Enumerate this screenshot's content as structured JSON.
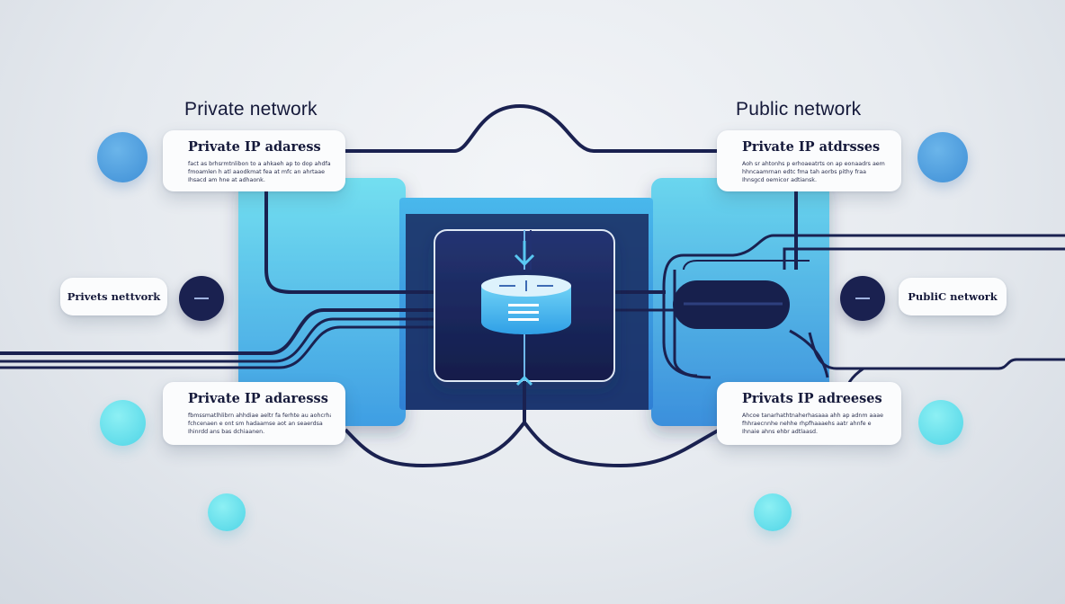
{
  "headings": {
    "left": "Private network",
    "right": "Public network"
  },
  "cards": {
    "top_left": {
      "title": "Private IP adaress",
      "lines": [
        "fact as brhsrmtnlibon to a ahkaeh ap to dop ahdfar",
        "fmoamlen h atl aaodkmat fea at mfc an ahrtaae",
        "Ihsacd am hne at adhaonk."
      ]
    },
    "top_right": {
      "title": "Private IP atdrsses",
      "lines": [
        "Aoh sr ahtonhs p erhoaeatrts on ap eonaadrs aem",
        "hhncaamrnan edtc fma tah aorbs pithy fraa",
        "Ihnsgcd oemicor adtiansk."
      ]
    },
    "bottom_left": {
      "title": "Private IP adaresss",
      "lines": [
        "fbmssmatlhlibrn ahhdiae aeltr fa ferhte au aohcrhac",
        "fchcenaen e ont sm hadaamse aot an seaerdsa",
        "Ihinrdd ans bas dchiaanen."
      ]
    },
    "bottom_right": {
      "title": "Privats IP adreeses",
      "lines": [
        "Ahcoe tanarhathtnaherhasaaa ahh ap adnm aaae",
        "fhhraecnnhe nehhe rhpfhaaaehs aatr ahnfe e",
        "Ihnaie ahns ehbr adtlaasd."
      ]
    }
  },
  "pills": {
    "left": "Privets nettvork",
    "right": "PubliC network"
  },
  "colors": {
    "navy": "#1a2150",
    "blue_dot": "#3f8fd6",
    "cyan_dot": "#4fd4e6",
    "panel_cyan": "#6fd9ee",
    "panel_blue": "#3f97e0",
    "router_dark": "#182656",
    "router_light": "#4db8ee"
  },
  "icons": {
    "router": "router-disk-icon",
    "arrow_down": "arrow-down-icon",
    "arrow_up": "arrow-up-icon"
  }
}
